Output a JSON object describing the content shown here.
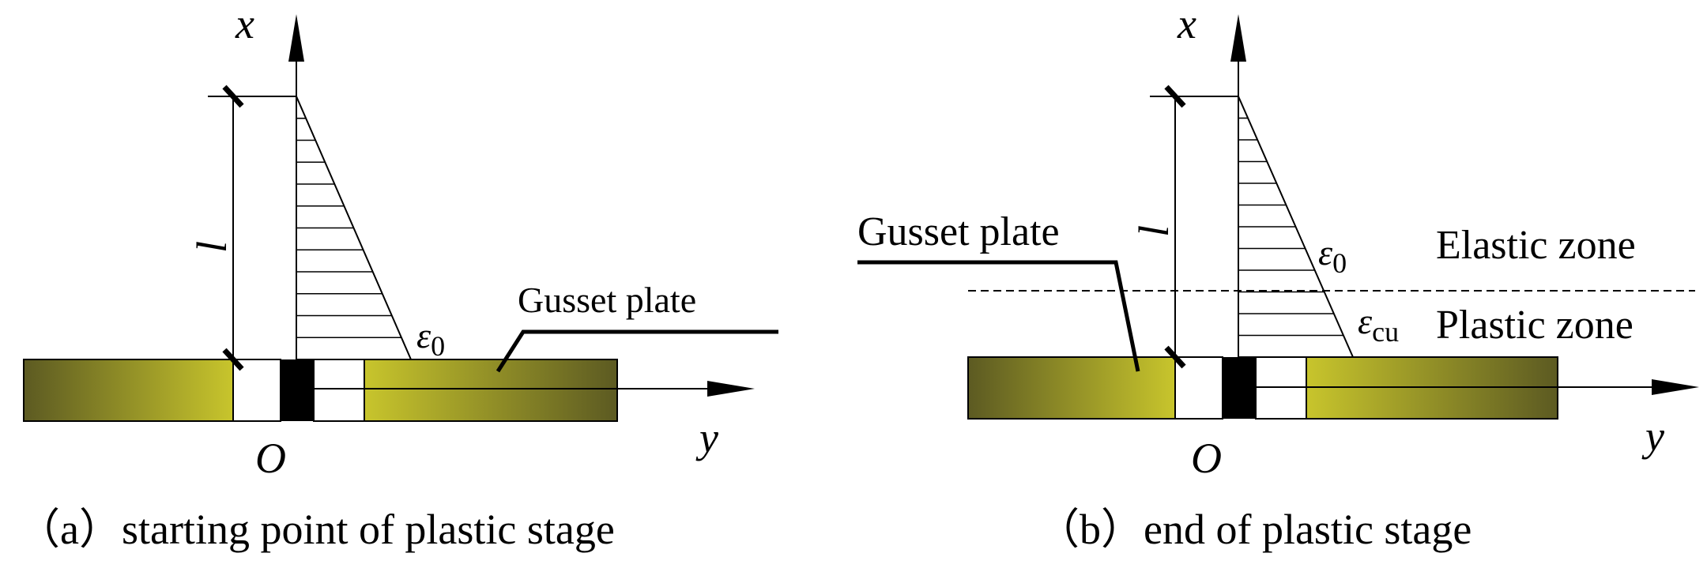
{
  "panels": [
    {
      "id": "a",
      "caption": "（a）starting point of plastic stage",
      "axis_x": "x",
      "axis_y": "y",
      "origin": "O",
      "length_label": "l",
      "strain_label_main": "ε",
      "strain_label_sub": "0",
      "plate_label": "Gusset plate"
    },
    {
      "id": "b",
      "caption": "（b）end of plastic stage",
      "axis_x": "x",
      "axis_y": "y",
      "origin": "O",
      "length_label": "l",
      "strain_top_main": "ε",
      "strain_top_sub": "0",
      "strain_bottom_main": "ε",
      "strain_bottom_sub": "cu",
      "plate_label": "Gusset plate",
      "elastic_zone": "Elastic zone",
      "plastic_zone": "Plastic zone"
    }
  ],
  "colors": {
    "plate_dark": "#5c5a22",
    "plate_light": "#c8c52c",
    "ink": "#000000"
  }
}
